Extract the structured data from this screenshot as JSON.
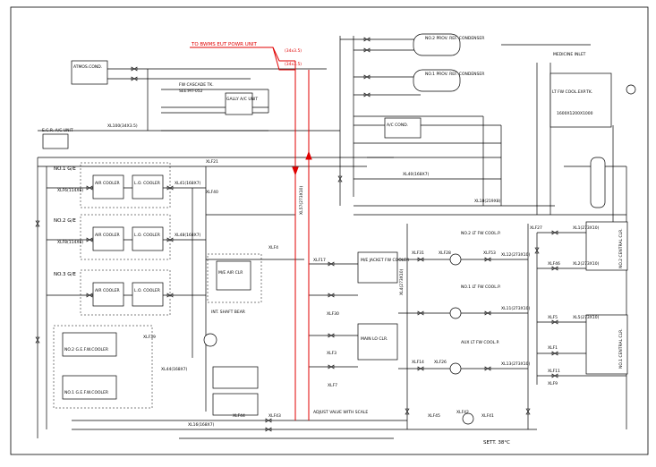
{
  "annotations": {
    "bwms": "TO BWMS EUT POWR UNIT",
    "bwms_pipe_a": "(34x3.5)",
    "bwms_pipe_b": "(34x3.5)",
    "adjust_valve": "ADJUST VALVE WITH SCALE",
    "sett_temp": "SETT. 38°C",
    "int_shaft_bear": "INT. SHAFT BEAR",
    "medicine_inlet": "MEDICINE INLET"
  },
  "components": {
    "atmos_cond": "ATMOS.COND.",
    "fw_cascade_tk": "FW CASCADE TK.",
    "fw_cascade_ref": "SEE:MT-052",
    "galley_ac": "GALLY A/C UNIT",
    "ecr_ac": "E.C.R. A/C UNIT",
    "no2_prov_ref": "NO.2 PROV. REF. CONDENSER",
    "no1_prov_ref": "NO.1 PROV. REF. CONDENSER",
    "ac_cond": "A/C COND.",
    "lt_fw_exp_tk": "LT FW COOL.EXP.TK.",
    "lt_fw_exp_tk_size": "1600X1200X1000",
    "no1_ge": "NO.1 G/E",
    "no2_ge": "NO.2 G/E",
    "no3_ge": "NO.3 G/E",
    "air_cooler": "AIR COOLER",
    "lo_cooler": "L.O. COOLER",
    "me_air_clr": "M/E AIR CLR",
    "me_jacket_fw_cooler": "M/E JACKET FW COOLER",
    "main_lo_clr": "MAIN LO CLR.",
    "no2_gefw_cooler": "NO.2 G.E.F.W.COOLER",
    "no1_gefw_cooler": "NO.1 G.E.F.W.COOLER",
    "no2_lt_fw_pump": "NO.2 LT FW COOL.P.",
    "no1_lt_fw_pump": "NO.1 LT FW COOL.P.",
    "aux_lt_fw_pump": "AUX LT FW COOL.P.",
    "no2_central_clr": "NO.2 CENTRAL CLR.",
    "no1_central_clr": "NO.1 CENTRAL CLR."
  },
  "labels": {
    "xlf27": "XLF27",
    "xlf46": "XLF46",
    "xlf5": "XLF5",
    "xlf1": "XLF1",
    "xlf31": "XLF31",
    "xlf28": "XLF28",
    "xlf14": "XLF14",
    "xlf44": "XLF44",
    "xlf45": "XLF45",
    "xlf43": "XLF43",
    "xlf42": "XLF42",
    "xlf41": "XLF41",
    "xlf21": "XLF21",
    "xlf3": "XLF3",
    "xlf30": "XLF30",
    "xlf40": "XLF40",
    "xlf4": "XLF4",
    "xlf53": "XLF53",
    "xlf17": "XLF17",
    "xlf26": "XLF26",
    "xlf11": "XLF11",
    "xlf9": "XLF9",
    "xlf7": "XLF7",
    "xlf39": "XLF39",
    "pipe_a": "XLF6(114X6)",
    "pipe_b": "XLF8(114X6)",
    "pipe_c": "XL41(168X7)",
    "pipe_d": "XL48(168X7)",
    "pipe_e": "XL57(273X10)",
    "pipe_f": "XL44(168X7)",
    "pipe_g": "XL16(168X7)",
    "pipe_h": "XL4(273X10)",
    "pipe_i": "XL11(273X10)",
    "pipe_j": "XL13(273X10)",
    "pipe_k": "XL12(273X10)",
    "pipe_l": "XL18(219X8)",
    "pipe_m": "XL1(273X10)",
    "pipe_n": "XL2(273X10)",
    "pipe_o": "XL5(273X10)",
    "pipe_p": "XL40(168X7)",
    "pipe_q": "XL100(34X3.5)"
  }
}
